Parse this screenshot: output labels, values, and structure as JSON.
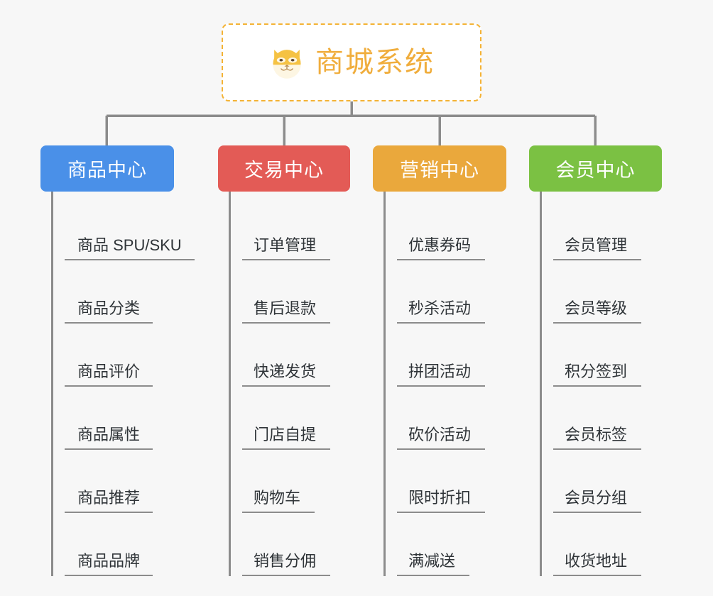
{
  "root": {
    "title": "商城系统",
    "icon": "shiba-dog-emoji",
    "border_color": "#f4b335",
    "text_color": "#f0ad3c",
    "background": "#ffffff"
  },
  "canvas": {
    "background": "#f7f7f7",
    "connector_color": "#8c8c8c",
    "leaf_text_color": "#2f3438"
  },
  "categories": [
    {
      "label": "商品中心",
      "color": "#4a90e8",
      "items": [
        "商品 SPU/SKU",
        "商品分类",
        "商品评价",
        "商品属性",
        "商品推荐",
        "商品品牌"
      ]
    },
    {
      "label": "交易中心",
      "color": "#e35b56",
      "items": [
        "订单管理",
        "售后退款",
        "快递发货",
        "门店自提",
        "购物车",
        "销售分佣"
      ]
    },
    {
      "label": "营销中心",
      "color": "#eaa83c",
      "items": [
        "优惠券码",
        "秒杀活动",
        "拼团活动",
        "砍价活动",
        "限时折扣",
        "满减送"
      ]
    },
    {
      "label": "会员中心",
      "color": "#7bc143",
      "items": [
        "会员管理",
        "会员等级",
        "积分签到",
        "会员标签",
        "会员分组",
        "收货地址"
      ]
    }
  ]
}
